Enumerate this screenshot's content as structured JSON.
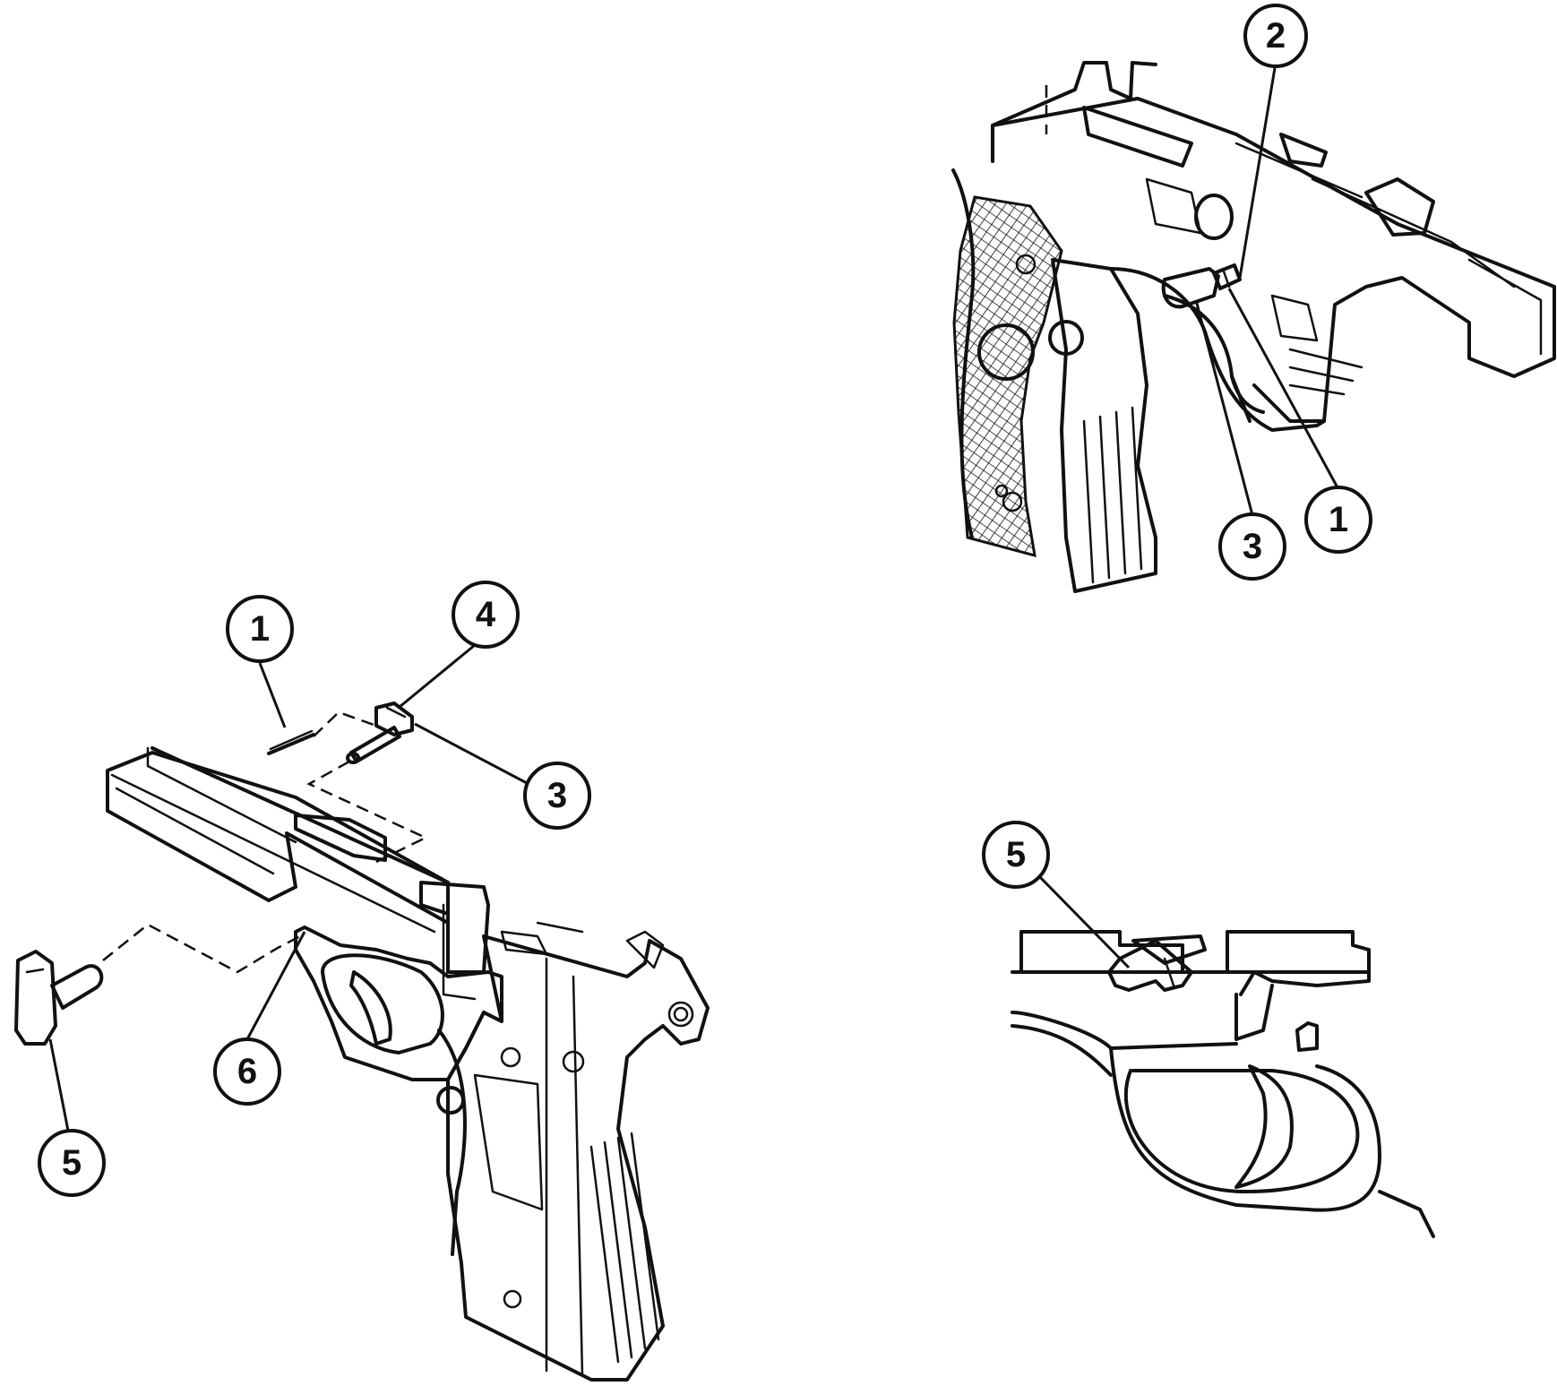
{
  "figure": {
    "panels": [
      {
        "id": "exploded-view",
        "callouts": [
          {
            "key": "c1",
            "label": "1"
          },
          {
            "key": "c3",
            "label": "3"
          },
          {
            "key": "c4",
            "label": "4"
          },
          {
            "key": "c5",
            "label": "5"
          },
          {
            "key": "c6",
            "label": "6"
          }
        ]
      },
      {
        "id": "installed-view",
        "callouts": [
          {
            "key": "c1",
            "label": "1"
          },
          {
            "key": "c2",
            "label": "2"
          },
          {
            "key": "c3",
            "label": "3"
          }
        ]
      },
      {
        "id": "detail-view",
        "callouts": [
          {
            "key": "c5",
            "label": "5"
          }
        ]
      }
    ]
  },
  "style": {
    "ink_color": "#111111",
    "paper_color": "#ffffff"
  }
}
